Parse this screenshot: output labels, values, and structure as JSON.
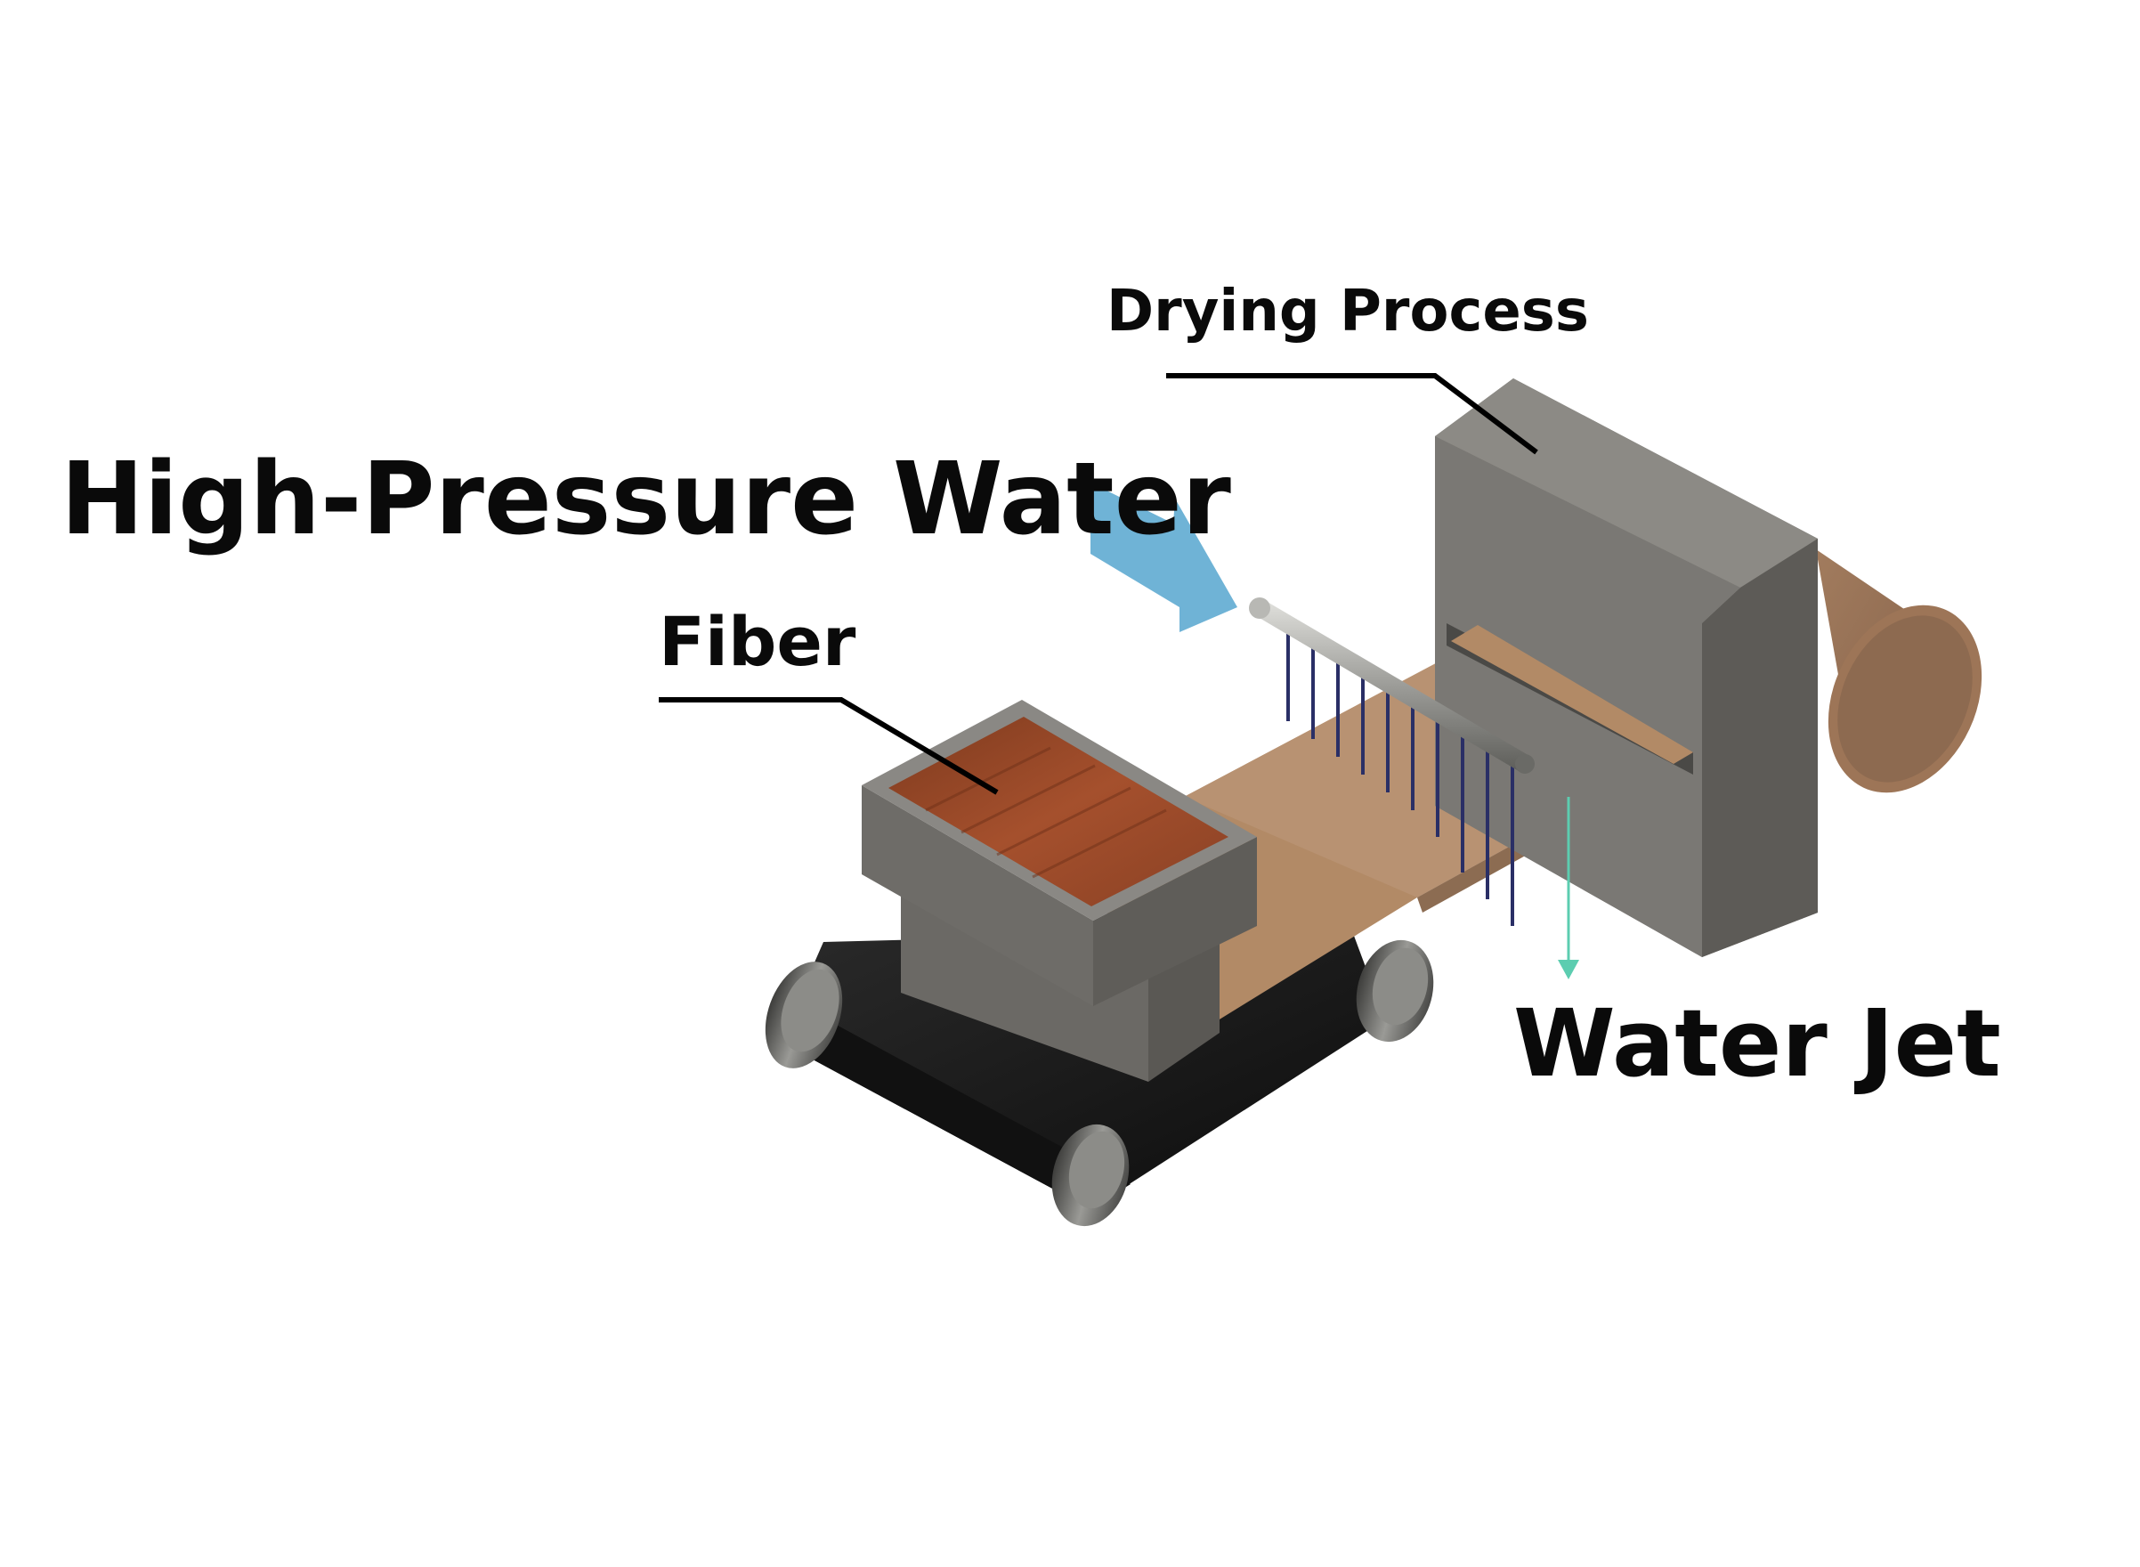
{
  "labels": {
    "high_pressure_water": "High-Pressure Water",
    "fiber": "Fiber",
    "drying_process": "Drying Process",
    "water_jet": "Water Jet"
  },
  "colors": {
    "water_arrow": "#6fb3d6",
    "water_jet_arrow": "#5ccdb0",
    "fiber": "#9a4a2a",
    "fiber_sheet": "#b8936e",
    "machine_gray": "#7a7873",
    "belt": "#1a1a1a",
    "roll": "#9a7358",
    "nozzle_needles": "#2a2f66"
  }
}
